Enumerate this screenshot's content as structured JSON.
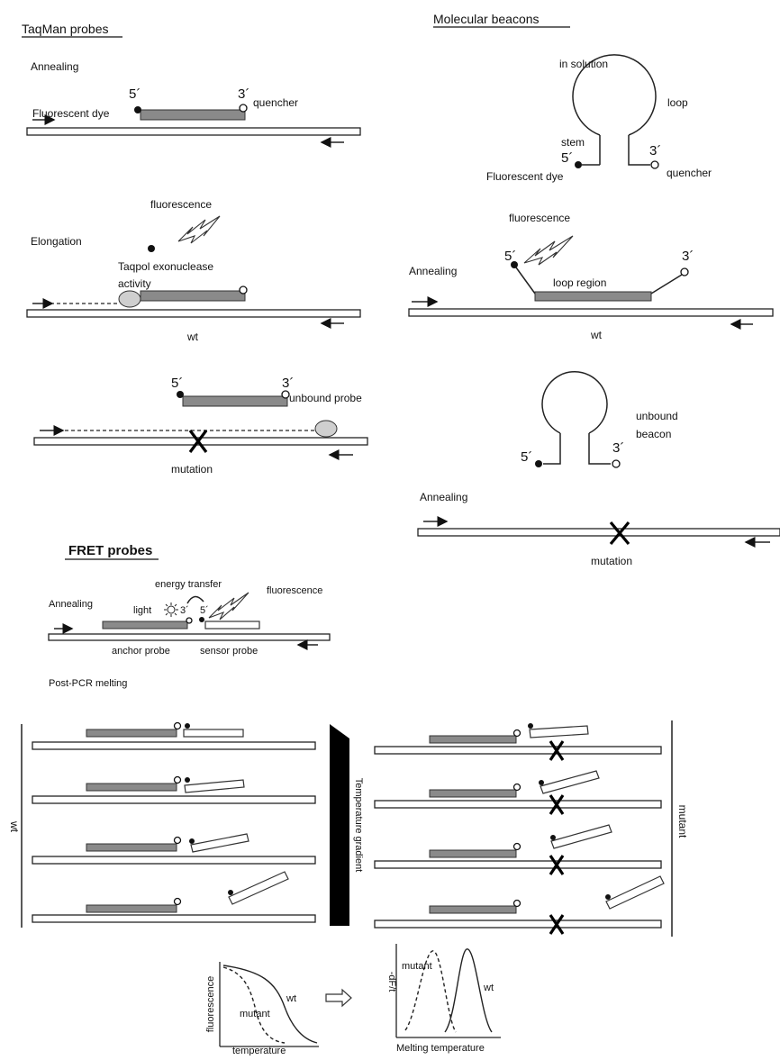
{
  "taqman": {
    "title": "TaqMan probes",
    "annealing": "Annealing",
    "five_prime": "5´",
    "three_prime": "3´",
    "dye": "Fluorescent dye",
    "quencher": "quencher",
    "elongation": "Elongation",
    "fluorescence": "fluorescence",
    "exonuclease_line1": "Taqpol exonuclease",
    "exonuclease_line2": "activity",
    "wt": "wt",
    "unbound_probe": "unbound probe",
    "mutation": "mutation"
  },
  "beacons": {
    "title": "Molecular beacons",
    "in_solution": "in solution",
    "loop": "loop",
    "stem": "stem",
    "five_prime": "5´",
    "three_prime": "3´",
    "dye": "Fluorescent dye",
    "quencher": "quencher",
    "fluorescence": "fluorescence",
    "annealing": "Annealing",
    "loop_region": "loop region",
    "wt": "wt",
    "unbound_line1": "unbound",
    "unbound_line2": "beacon",
    "annealing2": "Annealing",
    "mutation": "mutation"
  },
  "fret": {
    "title": "FRET probes",
    "energy_transfer": "energy transfer",
    "fluorescence": "fluorescence",
    "annealing": "Annealing",
    "light": "light",
    "three_prime": "3´",
    "five_prime": "5´",
    "anchor_probe": "anchor probe",
    "sensor_probe": "sensor probe",
    "post_pcr": "Post-PCR melting",
    "wt": "wt",
    "mutant": "mutant",
    "temp_gradient": "Temperature gradient",
    "plot1_ylabel": "fluorescence",
    "plot1_xlabel": "temperature",
    "plot1_wt": "wt",
    "plot1_mutant": "mutant",
    "plot2_ylabel": "-dF/t",
    "plot2_xlabel": "Melting temperature",
    "plot2_wt": "wt",
    "plot2_mutant": "mutant"
  }
}
